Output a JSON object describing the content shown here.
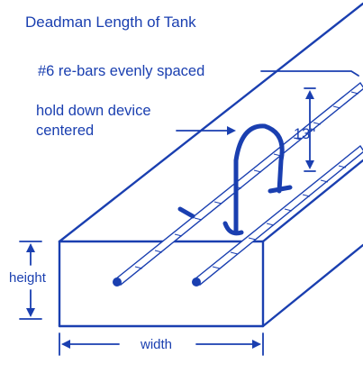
{
  "title": "Deadman Length of Tank",
  "labels": {
    "rebars": "#6 re-bars evenly spaced",
    "hold_down_line1": "hold down device",
    "hold_down_line2": "centered",
    "spacing": "13\"",
    "height": "height",
    "width": "width"
  },
  "colors": {
    "ink": "#1a3fb0",
    "background": "#ffffff"
  }
}
